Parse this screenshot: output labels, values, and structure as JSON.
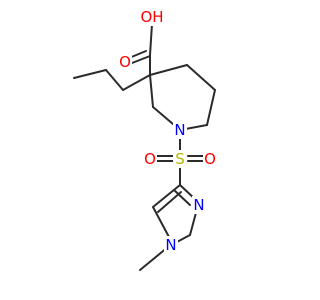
{
  "colors": {
    "bond": "#2b2b2b",
    "oxygen": "#ff0000",
    "nitrogen": "#0000ff",
    "sulfur": "#b8b800",
    "background": "#ffffff"
  },
  "atoms": {
    "carboxyl_oh": "OH",
    "carboxyl_o": "O",
    "piperidine_n": "N",
    "sulfonyl_s": "S",
    "sulfonyl_o_left": "O",
    "sulfonyl_o_right": "O",
    "imidazole_n3": "N",
    "imidazole_n1": "N"
  }
}
